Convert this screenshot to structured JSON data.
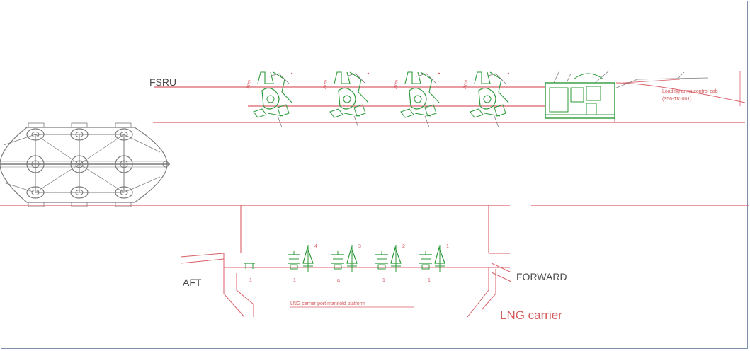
{
  "labels": {
    "fsru": "FSRU",
    "aft": "AFT",
    "forward": "FORWARD",
    "lng_carrier": "LNG carrier",
    "manifold_platform": "LNG carrier port  manifold platform",
    "control_box": "Loading arms control cab",
    "control_tag": "(356-TK-001)"
  },
  "arms": {
    "upper_tag": "Arm",
    "carrier_numbers": [
      "4",
      "3",
      "2",
      "1"
    ],
    "platform_marks": [
      "1",
      "1",
      "a",
      "1",
      "1"
    ]
  },
  "colors": {
    "outline": "#7c8fae",
    "red_line": "#d9606a",
    "green_equipment": "#2d9a3a",
    "grey_equipment": "#7a7a7a"
  }
}
